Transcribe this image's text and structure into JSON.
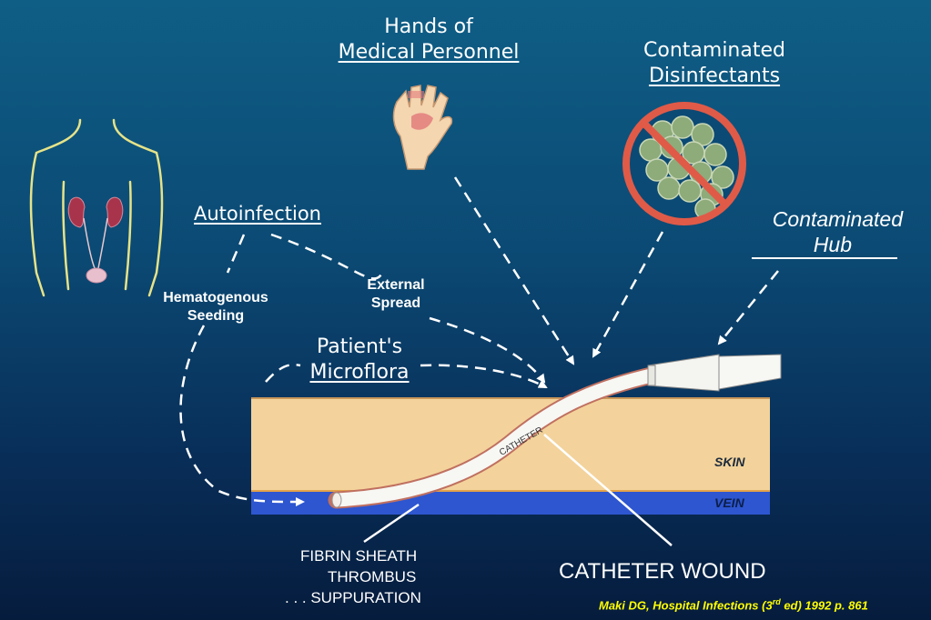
{
  "labels": {
    "hands_line1": "Hands of",
    "hands_line2": "Medical Personnel",
    "contaminated_line1": "Contaminated",
    "contaminated_line2": "Disinfectants",
    "hub_line1": "Contaminated",
    "hub_line2": "Hub",
    "autoinfection": "Autoinfection",
    "hematogenous_line1": "Hematogenous",
    "hematogenous_line2": "Seeding",
    "external_line1": "External",
    "external_line2": "Spread",
    "patients": "Patient's",
    "microflora": "Microflora",
    "skin": "SKIN",
    "vein": "VEIN",
    "catheter": "CATHETER",
    "fibrin_line1": "FIBRIN SHEATH",
    "fibrin_line2": "THROMBUS",
    "fibrin_line3": ". . . SUPPURATION",
    "catheter_wound": "CATHETER WOUND"
  },
  "citation": {
    "prefix": "Maki DG, Hospital Infections (3",
    "sup": "rd",
    "suffix": " ed) 1992 p. 861"
  },
  "colors": {
    "background_top": "#0f5e86",
    "background_bottom": "#061c3d",
    "skin": "#f3d39b",
    "vein": "#2d56d0",
    "citation": "#ffff00",
    "prohibition": "#e05a48",
    "kidney": "#a8344c"
  }
}
